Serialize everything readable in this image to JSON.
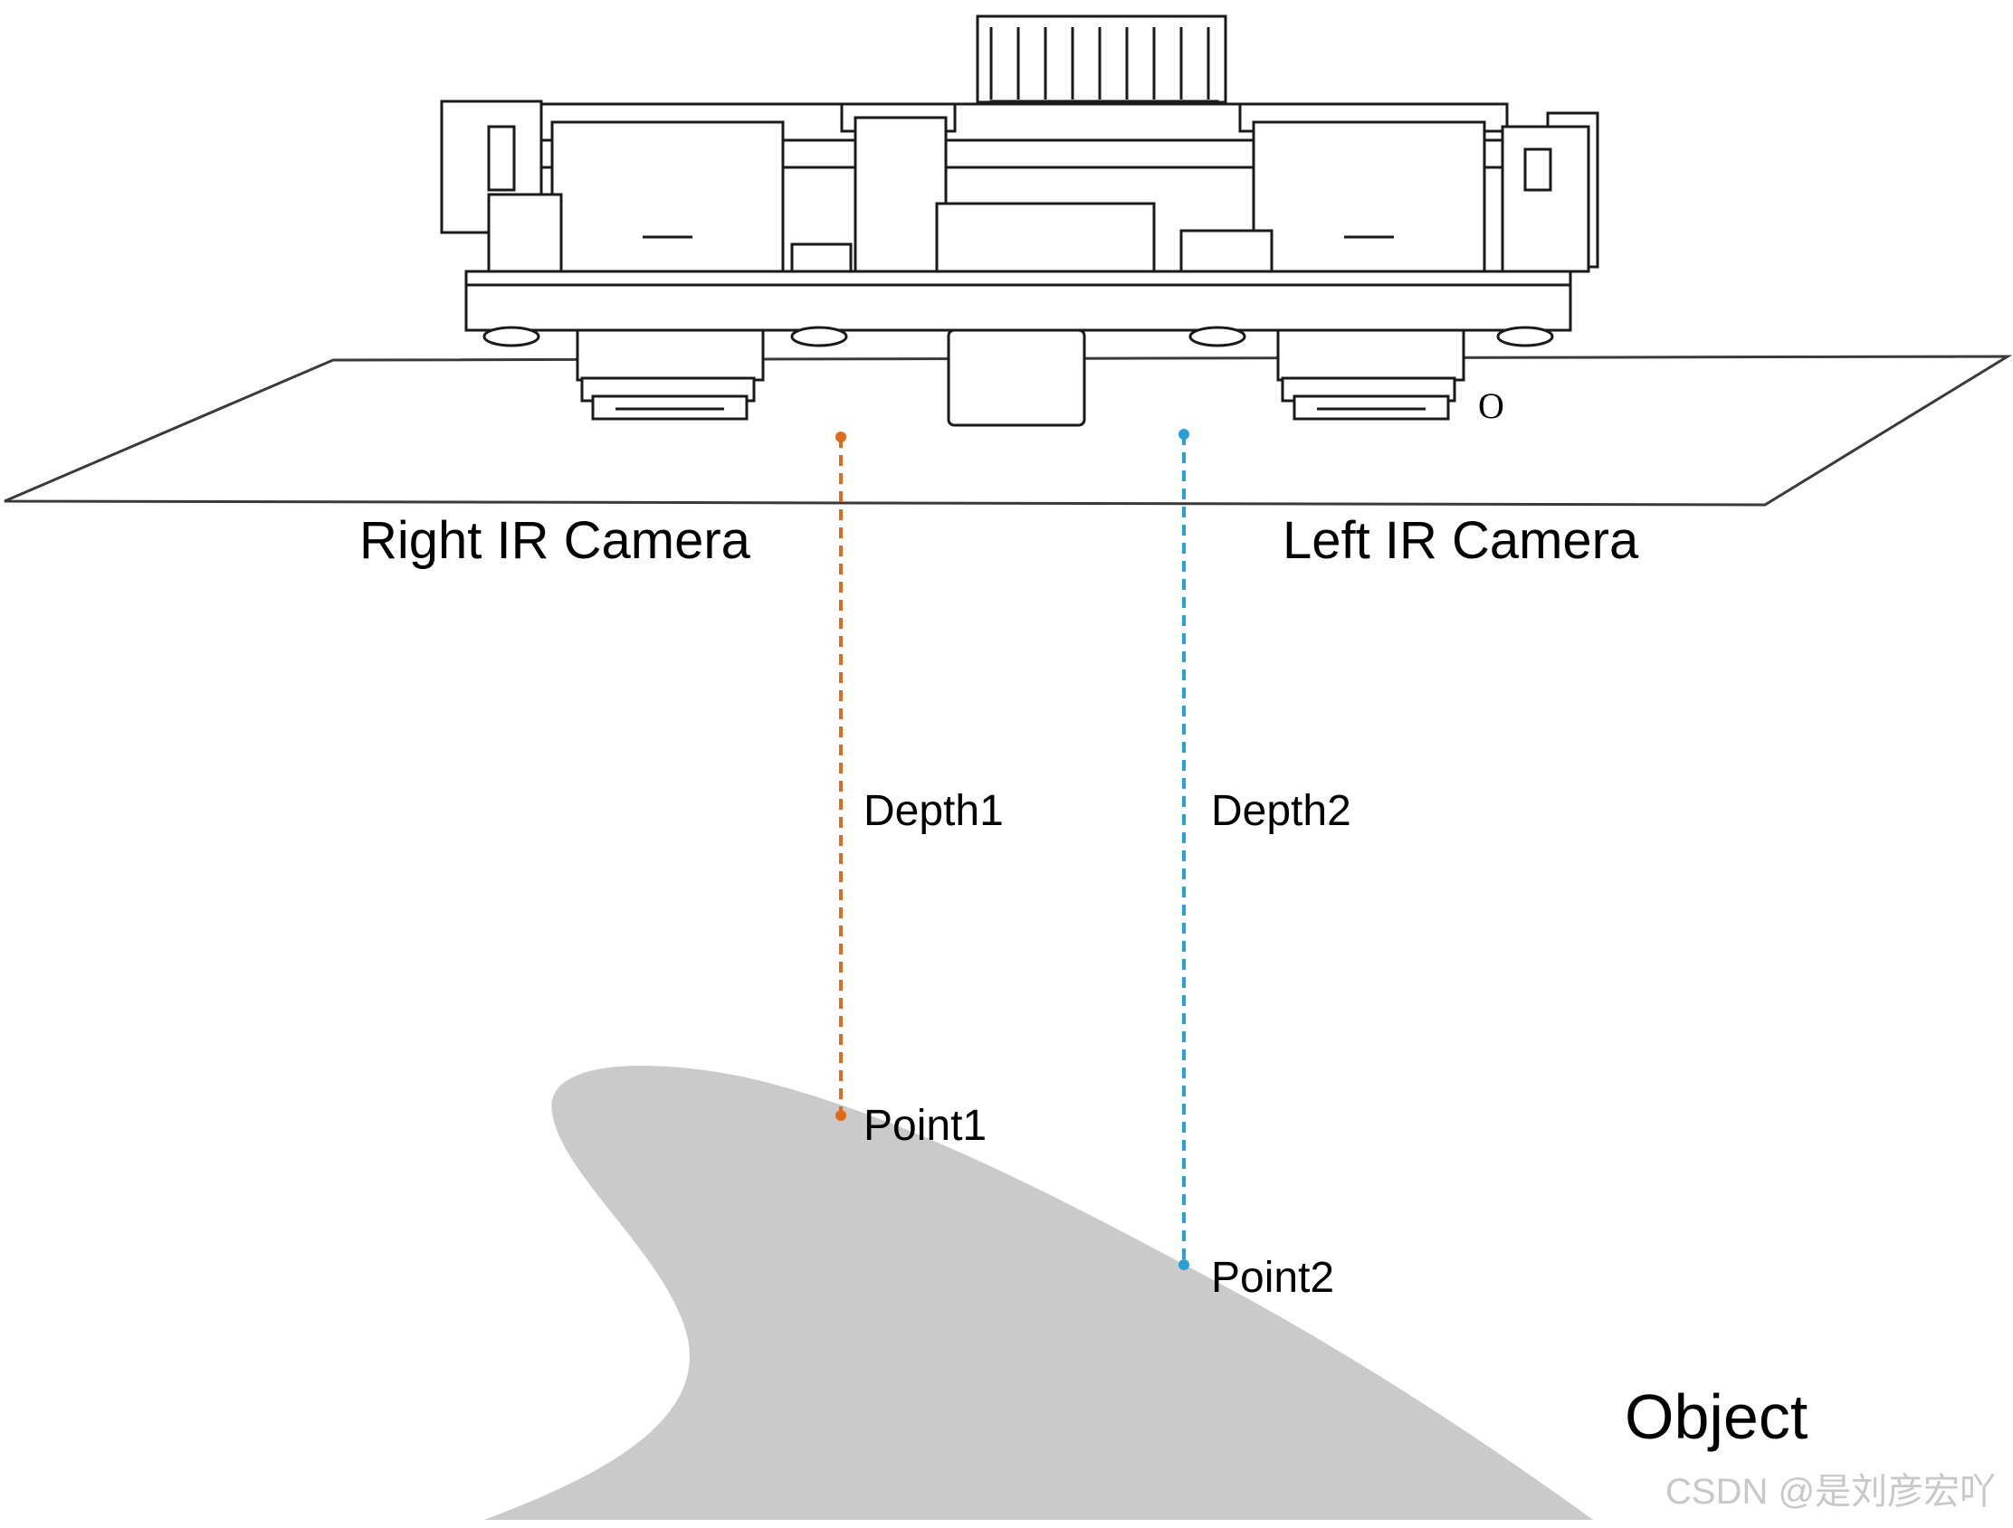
{
  "labels": {
    "right_camera": "Right IR Camera",
    "left_camera": "Left IR Camera",
    "origin": "O",
    "depth1": "Depth1",
    "depth2": "Depth2",
    "point1": "Point1",
    "point2": "Point2",
    "object": "Object"
  },
  "watermark": "CSDN @是刘彦宏吖",
  "colors": {
    "depth1_line": "#e06a1a",
    "depth2_line": "#2a9fd8",
    "object_fill": "#c9cac9",
    "plane_stroke": "#3a3a3a"
  }
}
